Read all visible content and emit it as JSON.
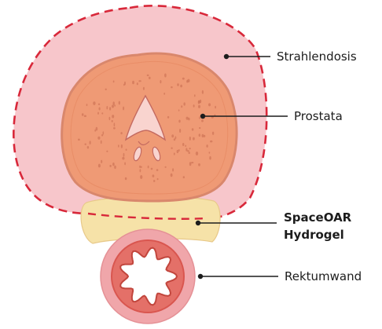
{
  "labels": {
    "radiation_dose": "Strahlendosis",
    "prostate": "Prostata",
    "spacer_line1": "SpaceOAR",
    "spacer_line2": "Hydrogel",
    "rectal_wall": "Rektumwand"
  },
  "colors": {
    "radiation_fill": "#f7c6cb",
    "radiation_outline": "#d8283a",
    "prostate_fill": "#ef9a75",
    "prostate_edge": "#d9876c",
    "prostate_dots": "#cf7455",
    "urethra": "#f9d4cf",
    "hydrogel": "#f6e2a8",
    "rectum_outer": "#f0a6aa",
    "rectum_wall": "#d9564f",
    "leader_line": "#1c1c1c"
  }
}
